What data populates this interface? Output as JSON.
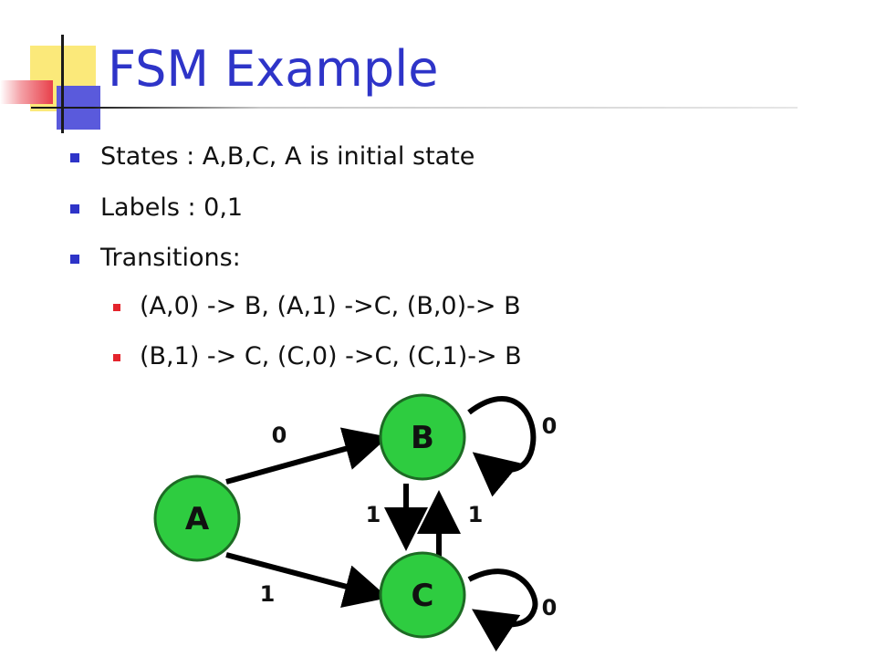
{
  "slide": {
    "title": "FSM Example",
    "bullets": [
      "States : A,B,C, A is initial state",
      "Labels : 0,1",
      "Transitions:"
    ],
    "sub_bullets": [
      "(A,0) -> B, (A,1) ->C, (B,0)-> B",
      "(B,1) -> C, (C,0) ->C, (C,1)-> B"
    ]
  },
  "diagram": {
    "colors": {
      "node_fill": "#2ecc40",
      "node_stroke": "#1d6b24",
      "edge": "#000000",
      "title": "#2e34c8",
      "bullet": "#2e34c8",
      "sub_bullet": "#e4242c"
    },
    "nodes": {
      "A": "A",
      "B": "B",
      "C": "C"
    },
    "edges": [
      {
        "from": "A",
        "to": "B",
        "label": "0"
      },
      {
        "from": "A",
        "to": "C",
        "label": "1"
      },
      {
        "from": "B",
        "to": "C",
        "label": "1"
      },
      {
        "from": "C",
        "to": "B",
        "label": "1"
      },
      {
        "from": "B",
        "to": "B",
        "label": "0"
      },
      {
        "from": "C",
        "to": "C",
        "label": "0"
      }
    ]
  }
}
